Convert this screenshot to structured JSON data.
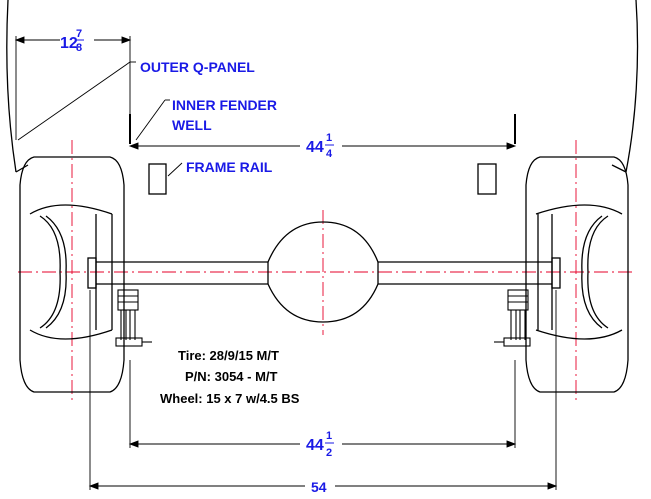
{
  "colors": {
    "line": "#000000",
    "dimension": "#1a1ae6",
    "centerline": "#e6002a"
  },
  "labels": {
    "outer_q_panel": "OUTER Q-PANEL",
    "inner_fender_line1": "INNER  FENDER",
    "inner_fender_line2": "WELL",
    "frame_rail": "FRAME RAIL"
  },
  "dimensions": {
    "outer_width": {
      "whole": "12",
      "num": "7",
      "den": "8"
    },
    "fender_well": {
      "whole": "44",
      "num": "1",
      "den": "4"
    },
    "track_inner": {
      "whole": "44",
      "num": "1",
      "den": "2"
    },
    "overall": {
      "whole": "54"
    }
  },
  "specs": {
    "tire": "Tire: 28/9/15 M/T",
    "part_number": "P/N: 3054 - M/T",
    "wheel": "Wheel: 15 x 7 w/4.5 BS"
  }
}
